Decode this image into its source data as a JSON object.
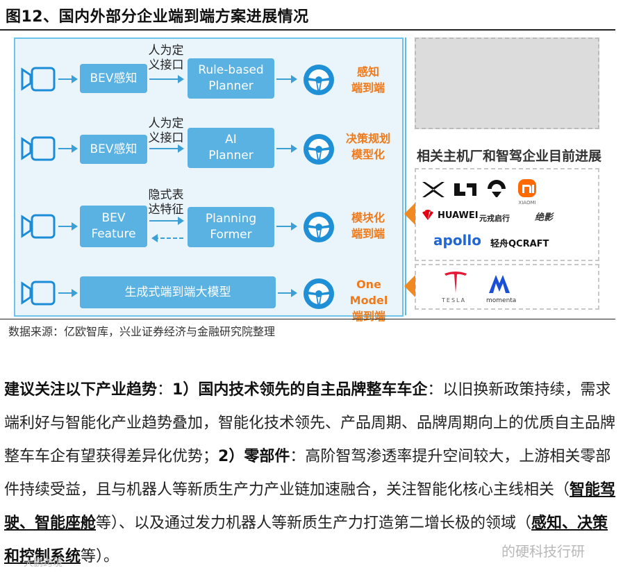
{
  "figure_title": "图12、国内外部分企业端到端方案进展情况",
  "source_note": "数据来源：亿欧智库，兴业证券经济与金融研究院整理",
  "diagram": {
    "rows": [
      {
        "stage1": "BEV感知",
        "annotation": "人为定\n义接口",
        "stage2": "Rule-based\nPlanner",
        "label": "感知\n端到端"
      },
      {
        "stage1": "BEV感知",
        "annotation": "人为定\n义接口",
        "stage2": "AI\nPlanner",
        "label": "决策规划\n模型化"
      },
      {
        "stage1": "BEV\nFeature",
        "annotation": "隐式表\n达特征",
        "stage2": "Planning\nFormer",
        "label": "模块化\n端到端"
      },
      {
        "stage1": "生成式端到端大模型",
        "label": "One Model\n端到端"
      }
    ]
  },
  "right_panel": {
    "title": "相关主机厂和智驾企业目前进展",
    "logos_group1": [
      "HUAWEI",
      "元戎启行",
      "绝影",
      "apollo",
      "轻舟QCRAFT",
      "XIAOMI"
    ],
    "logos_group2": [
      "TESLA",
      "momenta"
    ]
  },
  "body": {
    "p1_lead": "建议关注以下产业趋势",
    "p1_colon": "：",
    "p1_item1": "1）国内技术领先的自主品牌整车车企",
    "p1_rest1": "：以旧换新政策持续，需求端利好与智能化产业趋势叠加，智能化技术领先、产品周期、品牌周期向上的优质自主品牌整车车企有望获得差异化优势；",
    "p1_item2": "2）零部件",
    "p1_rest2": "：高阶智驾渗透率提升空间较大，上游相关零部件持续受益，且与机器人等新质生产力产业链加速融合，关注智能化核心主线相关（",
    "u1": "智能驾驶、智能座舱",
    "p1_rest3": "等）、以及通过发力机器人等新质生产力打造第二增长极的领域（",
    "u2": "感知、决策和控制系统",
    "p1_rest4": "等）。"
  },
  "watermarks": {
    "wm1": "的硬科技行研",
    "wm2": "大鹏跨境"
  },
  "colors": {
    "accent_blue": "#5ab2e3",
    "orange": "#f07a1a",
    "panel_bg": "#e9f4fb"
  }
}
